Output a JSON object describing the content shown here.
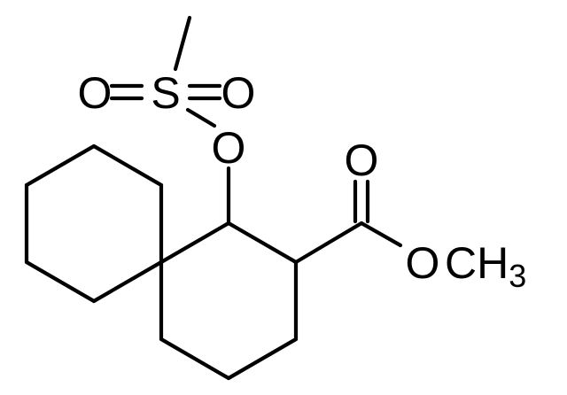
{
  "molecule": {
    "atoms": {
      "sulfonyl_oxygen_left": "O",
      "sulfur": "S",
      "sulfonyl_oxygen_right": "O",
      "ester_link_oxygen": "O",
      "carbonyl_oxygen": "O",
      "methoxy_oxygen": "O",
      "methyl_carbon": "C",
      "methyl_hydrogen": "H",
      "methyl_hydrogen_count": "3"
    },
    "line_color": "#000000",
    "background": "#ffffff"
  }
}
